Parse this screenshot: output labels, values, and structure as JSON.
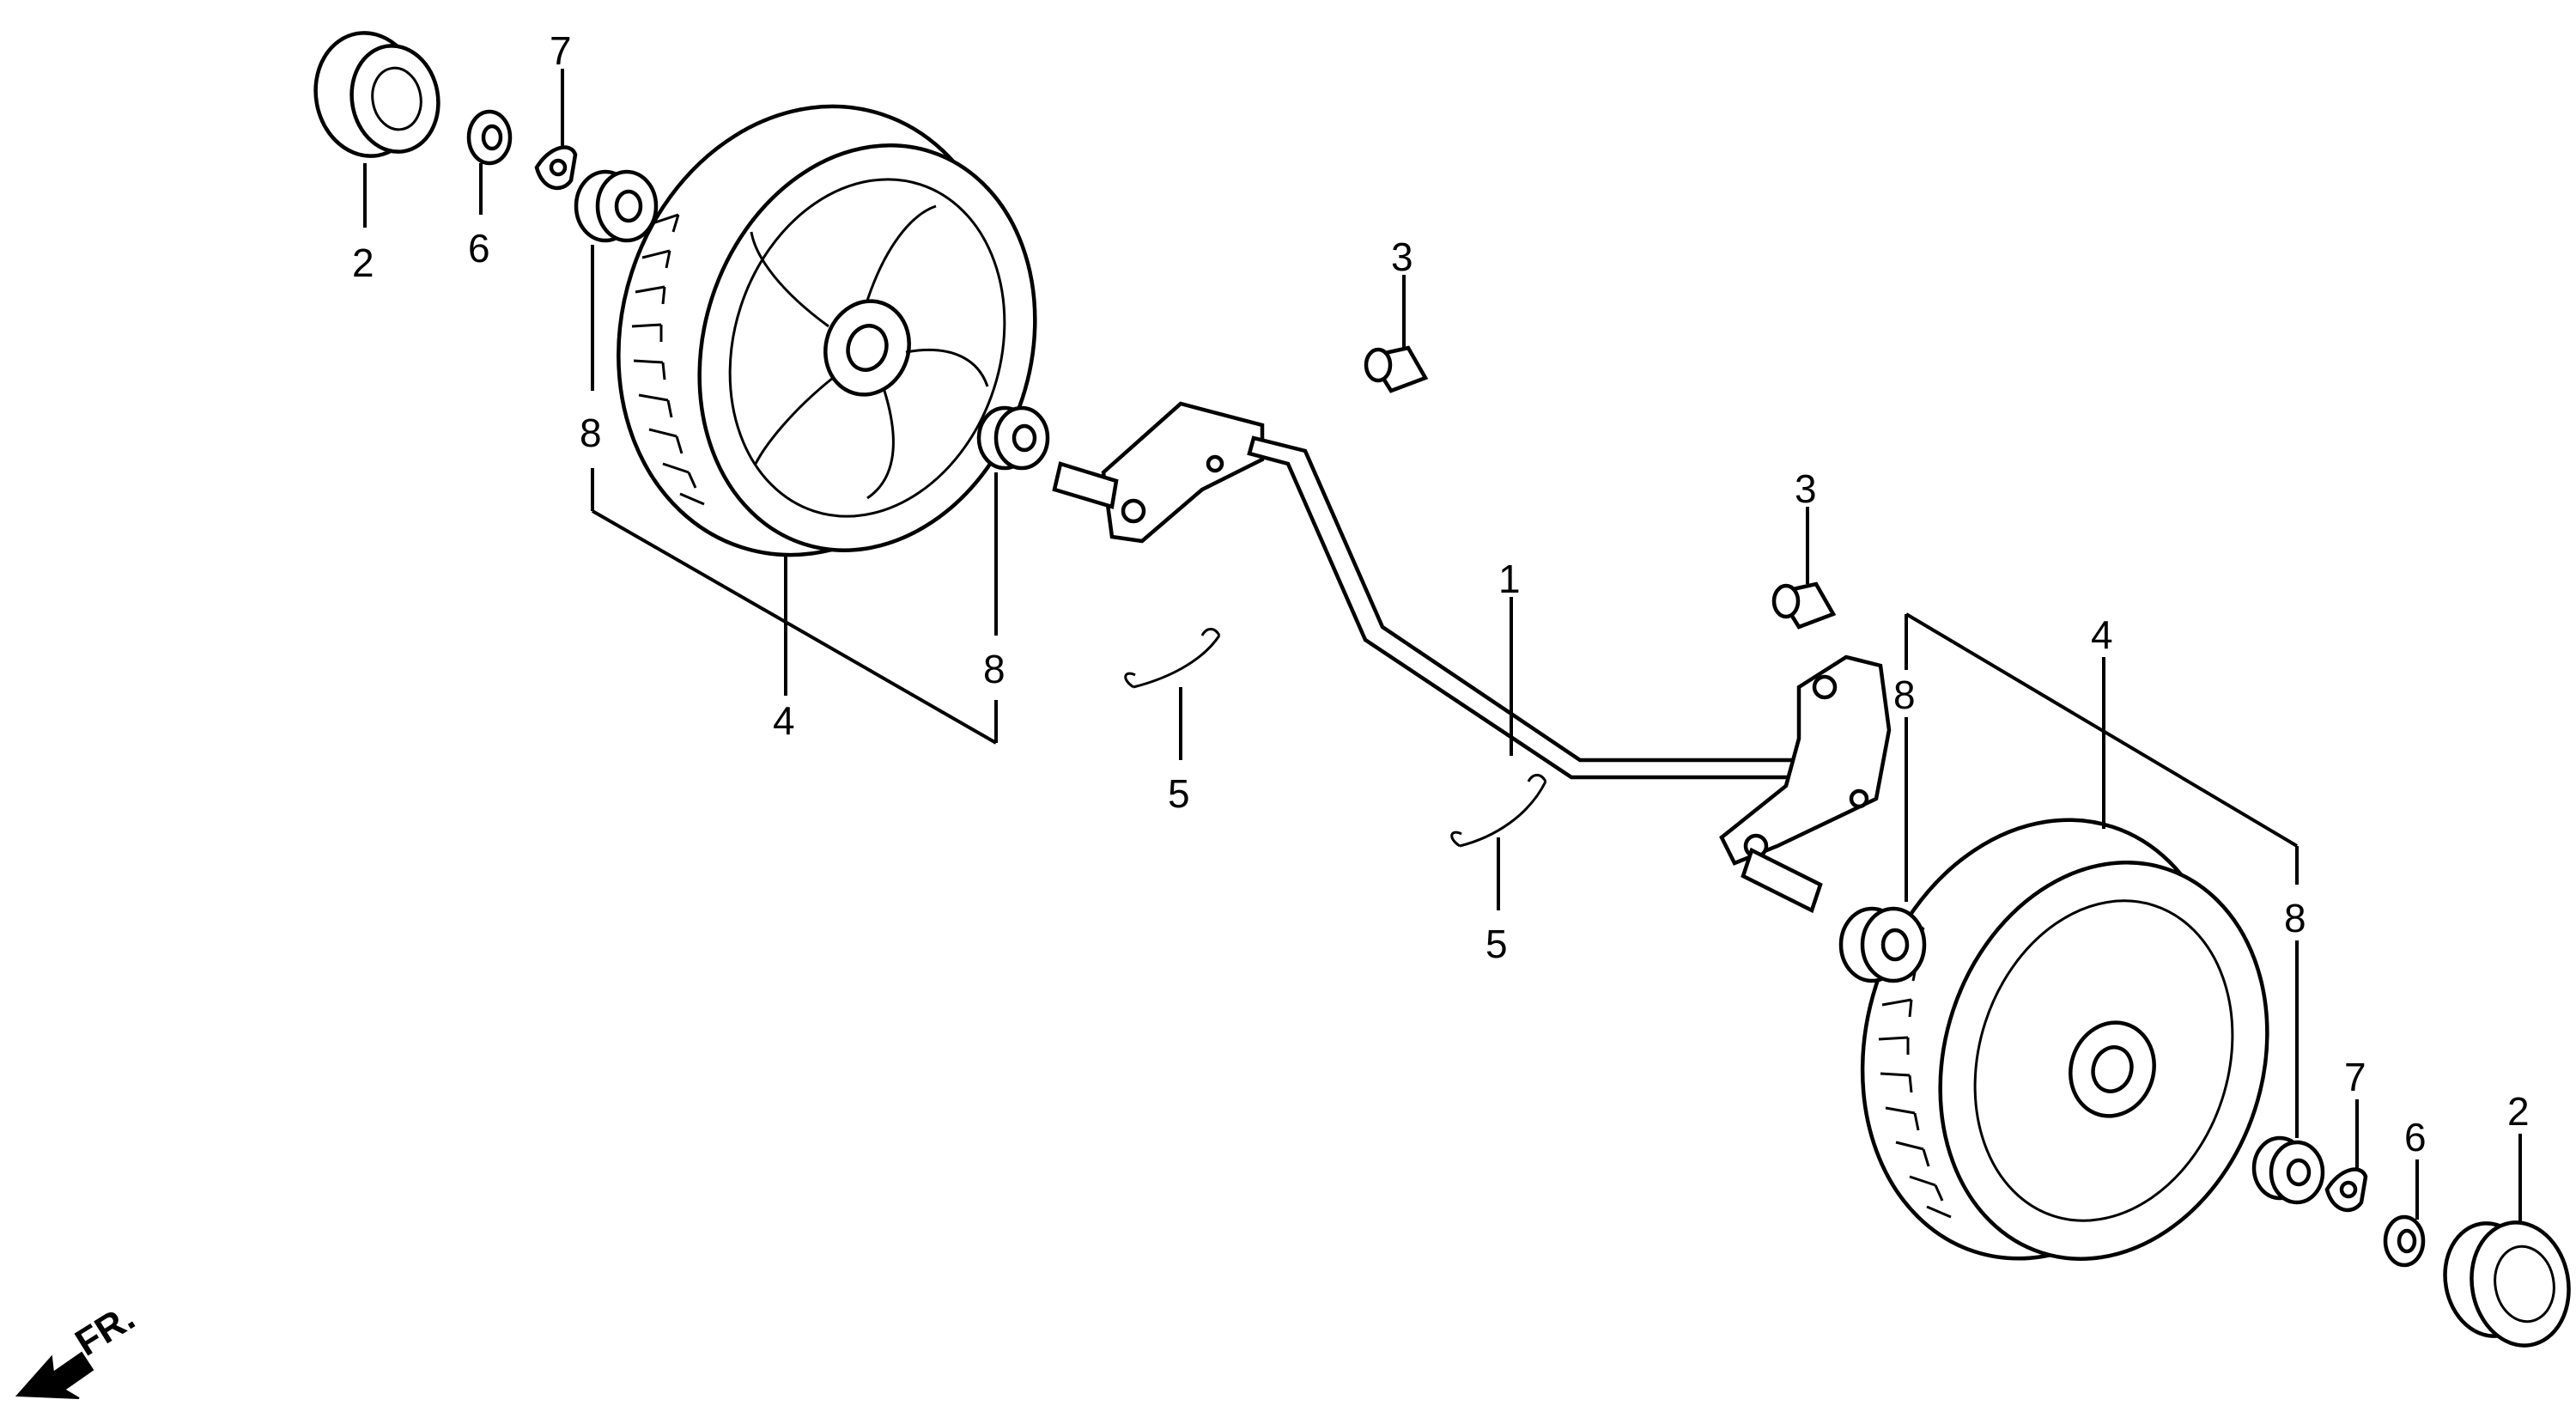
{
  "diagram": {
    "labels": {
      "l1": "1",
      "l2a": "2",
      "l2b": "2",
      "l3a": "3",
      "l3b": "3",
      "l4a": "4",
      "l4b": "4",
      "l5a": "5",
      "l5b": "5",
      "l6a": "6",
      "l6b": "6",
      "l7a": "7",
      "l7b": "7",
      "l8a": "8",
      "l8b": "8",
      "l8c": "8",
      "l8d": "8"
    },
    "direction_label": "FR."
  }
}
